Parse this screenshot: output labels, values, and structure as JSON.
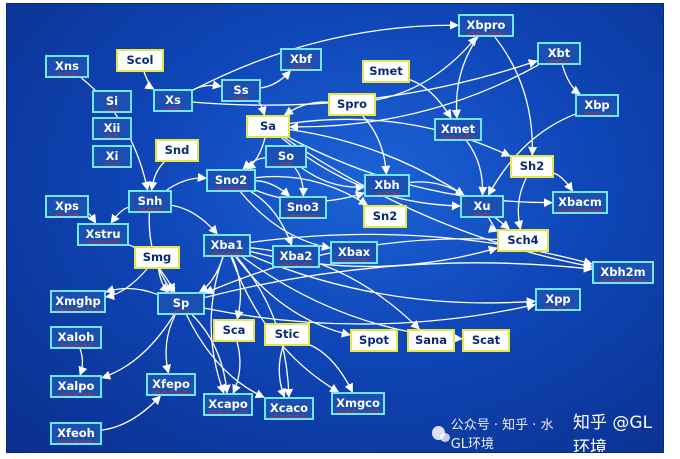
{
  "diagram": {
    "background_color": "#0f45b6",
    "edge_color": "#ffffff",
    "style": {
      "cyan_box_border": "#6ee8ff",
      "cyan_box_fill": "#1c4fb2",
      "yellow_box_border": "#e4e64a",
      "yellow_box_fill": "#ffffff"
    },
    "nodes": {
      "Xbpro": "Xbpro",
      "Xbt": "Xbt",
      "Xns": "Xns",
      "Scol": "Scol",
      "Xbf": "Xbf",
      "Smet": "Smet",
      "Si": "Si",
      "Xs": "Xs",
      "Ss": "Ss",
      "Spro": "Spro",
      "Xbp": "Xbp",
      "Xii": "Xii",
      "Sa": "Sa",
      "Xmet": "Xmet",
      "Xi": "Xi",
      "Snd": "Snd",
      "So": "So",
      "Sh2": "Sh2",
      "Sno2": "Sno2",
      "Xbh": "Xbh",
      "Xps": "Xps",
      "Snh": "Snh",
      "Sno3": "Sno3",
      "Xu": "Xu",
      "Xbacm": "Xbacm",
      "Xstru": "Xstru",
      "Sn2": "Sn2",
      "Sch4": "Sch4",
      "Xba1": "Xba1",
      "Xba2": "Xba2",
      "Xbax": "Xbax",
      "Smg": "Smg",
      "Xbh2m": "Xbh2m",
      "Xmghp": "Xmghp",
      "Sp": "Sp",
      "Xpp": "Xpp",
      "Xaloh": "Xaloh",
      "Sca": "Sca",
      "Stic": "Stic",
      "Spot": "Spot",
      "Sana": "Sana",
      "Scat": "Scat",
      "Xalpo": "Xalpo",
      "Xfepo": "Xfepo",
      "Xcapo": "Xcapo",
      "Xcaco": "Xcaco",
      "Xmgco": "Xmgco",
      "Xfeoh": "Xfeoh"
    },
    "edges": [
      [
        "Xns",
        "Snh"
      ],
      [
        "Scol",
        "Xs"
      ],
      [
        "Xs",
        "Ss"
      ],
      [
        "Xs",
        "Xbt"
      ],
      [
        "Xs",
        "Xbpro"
      ],
      [
        "Ss",
        "Xbf"
      ],
      [
        "Ss",
        "Sa"
      ],
      [
        "Spro",
        "Sa"
      ],
      [
        "Spro",
        "Xbh"
      ],
      [
        "Spro",
        "Xbpro"
      ],
      [
        "Smet",
        "Xmet"
      ],
      [
        "Xbpro",
        "Xmet"
      ],
      [
        "Xbpro",
        "Sh2"
      ],
      [
        "Xbt",
        "Xbp"
      ],
      [
        "Xbt",
        "Sa"
      ],
      [
        "Xbp",
        "Xu"
      ],
      [
        "Xmet",
        "Xu"
      ],
      [
        "Sa",
        "Xu"
      ],
      [
        "Sa",
        "Sh2"
      ],
      [
        "Sa",
        "Xbacm"
      ],
      [
        "Sa",
        "Sch4"
      ],
      [
        "Sa",
        "Xbh2m"
      ],
      [
        "Sa",
        "Sno2"
      ],
      [
        "So",
        "Sno2"
      ],
      [
        "So",
        "Sno3"
      ],
      [
        "So",
        "Xbh"
      ],
      [
        "Sno2",
        "Sno3"
      ],
      [
        "Sno2",
        "Xbh"
      ],
      [
        "Sno2",
        "Sn2"
      ],
      [
        "Sno2",
        "Xbax"
      ],
      [
        "Sno2",
        "Xba2"
      ],
      [
        "Snd",
        "Snh"
      ],
      [
        "Snh",
        "Sno2"
      ],
      [
        "Snh",
        "Xstru"
      ],
      [
        "Snh",
        "Xba1"
      ],
      [
        "Snh",
        "Sp"
      ],
      [
        "Xps",
        "Xstru"
      ],
      [
        "Xu",
        "Sch4"
      ],
      [
        "Sh2",
        "Xbacm"
      ],
      [
        "Sh2",
        "Sch4"
      ],
      [
        "Xbh",
        "Xu"
      ],
      [
        "Xba1",
        "Sch4"
      ],
      [
        "Xba1",
        "Xbh2m"
      ],
      [
        "Xba1",
        "Xpp"
      ],
      [
        "Xba1",
        "Sp"
      ],
      [
        "Xba1",
        "Xcapo"
      ],
      [
        "Xba1",
        "Xcaco"
      ],
      [
        "Xba1",
        "Xmgco"
      ],
      [
        "Xba1",
        "Sca"
      ],
      [
        "Xba1",
        "Spot"
      ],
      [
        "Xba1",
        "Sana"
      ],
      [
        "Xba1",
        "Scat"
      ],
      [
        "Smg",
        "Xmghp"
      ],
      [
        "Smg",
        "Sp"
      ],
      [
        "Xstru",
        "Sp"
      ],
      [
        "Sp",
        "Xpp"
      ],
      [
        "Sp",
        "Xbh2m"
      ],
      [
        "Sp",
        "Xmghp"
      ],
      [
        "Sp",
        "Xalpo"
      ],
      [
        "Sp",
        "Xfepo"
      ],
      [
        "Sp",
        "Xcapo"
      ],
      [
        "Sp",
        "Xcaco"
      ],
      [
        "Xaloh",
        "Xalpo"
      ],
      [
        "Xfeoh",
        "Xfepo"
      ],
      [
        "Sca",
        "Xcapo"
      ],
      [
        "Stic",
        "Xcaco"
      ],
      [
        "Stic",
        "Xmgco"
      ],
      [
        "Sch4",
        "Sp"
      ]
    ]
  },
  "watermark": {
    "account_label": "公众号 · 知乎 · 水GL环境",
    "brand": "知乎 @GL环境"
  }
}
